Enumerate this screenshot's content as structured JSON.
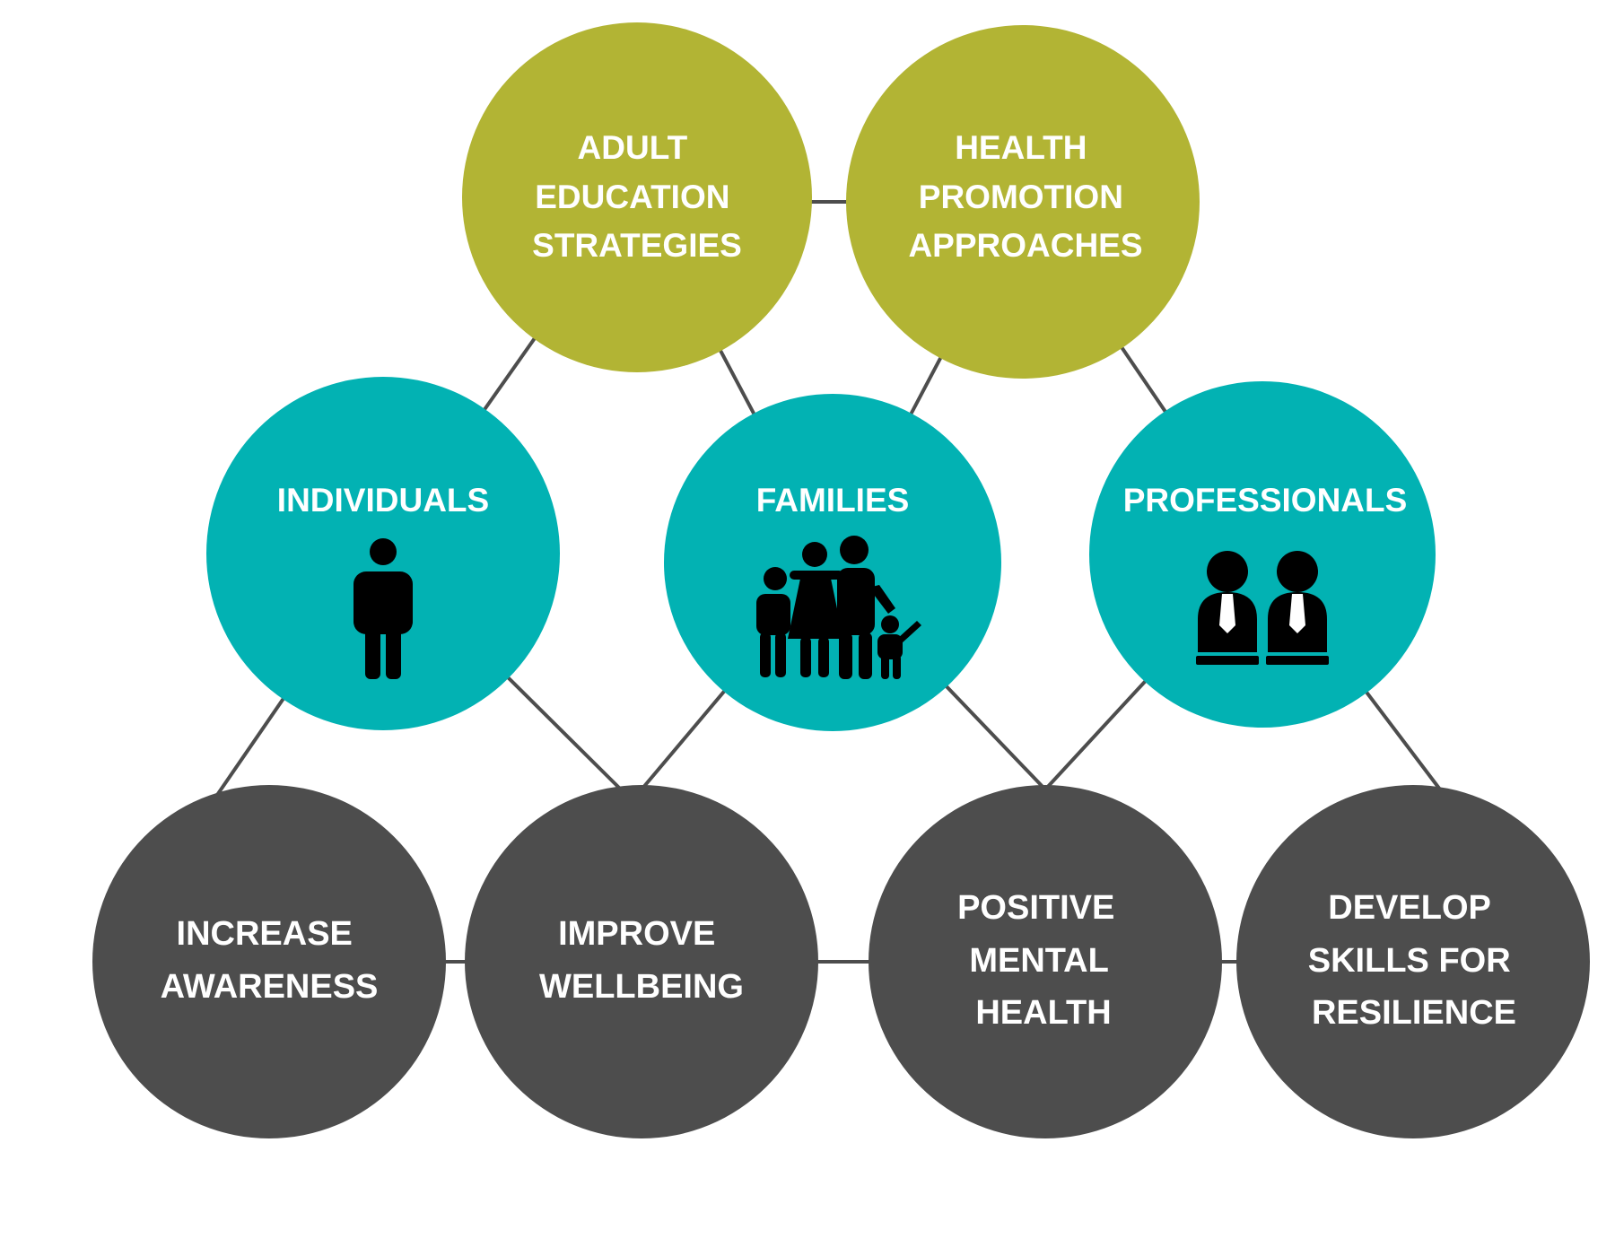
{
  "colors": {
    "approach": "#b2b434",
    "audience": "#02b2b3",
    "outcome": "#4d4d4d",
    "connector": "#4d4d4d",
    "icon": "#000000",
    "text": "#ffffff"
  },
  "approaches": [
    {
      "lines": [
        "ADULT",
        "EDUCATION",
        "STRATEGIES"
      ]
    },
    {
      "lines": [
        "HEALTH",
        "PROMOTION",
        "APPROACHES"
      ]
    }
  ],
  "audiences": [
    {
      "label": "INDIVIDUALS",
      "icon": "person-icon"
    },
    {
      "label": "FAMILIES",
      "icon": "family-icon"
    },
    {
      "label": "PROFESSIONALS",
      "icon": "professionals-icon"
    }
  ],
  "outcomes": [
    {
      "lines": [
        "INCREASE",
        "AWARENESS"
      ]
    },
    {
      "lines": [
        "IMPROVE",
        "WELLBEING"
      ]
    },
    {
      "lines": [
        "POSITIVE",
        "MENTAL",
        "HEALTH"
      ]
    },
    {
      "lines": [
        "DEVELOP",
        "SKILLS FOR",
        "RESILIENCE"
      ]
    }
  ]
}
